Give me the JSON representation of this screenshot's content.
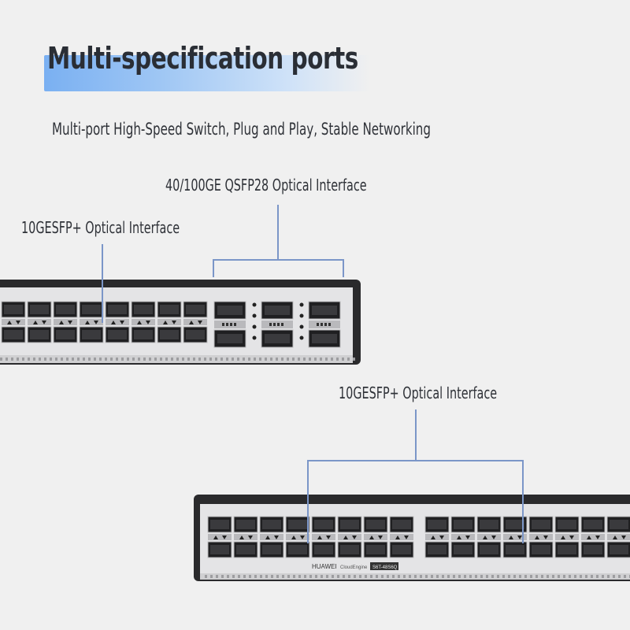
{
  "heading": {
    "title": "Multi-specification ports",
    "subtitle": "Multi-port High-Speed Switch, Plug and Play, Stable Networking"
  },
  "callouts": {
    "qsfp_label": "40/100GE QSFP28 Optical Interface",
    "sfp_top_label": "10GESFP+ Optical Interface",
    "sfp_bottom_label": "10GESFP+ Optical Interface",
    "line_color": "#7b96c8"
  },
  "switch_top": {
    "sfp_columns": 8,
    "qsfp_columns": 3
  },
  "switch_bottom": {
    "brand": "HUAWEI",
    "series": "CloudEngine",
    "model": "S6T-48S6Q",
    "sfp_columns": 16
  }
}
